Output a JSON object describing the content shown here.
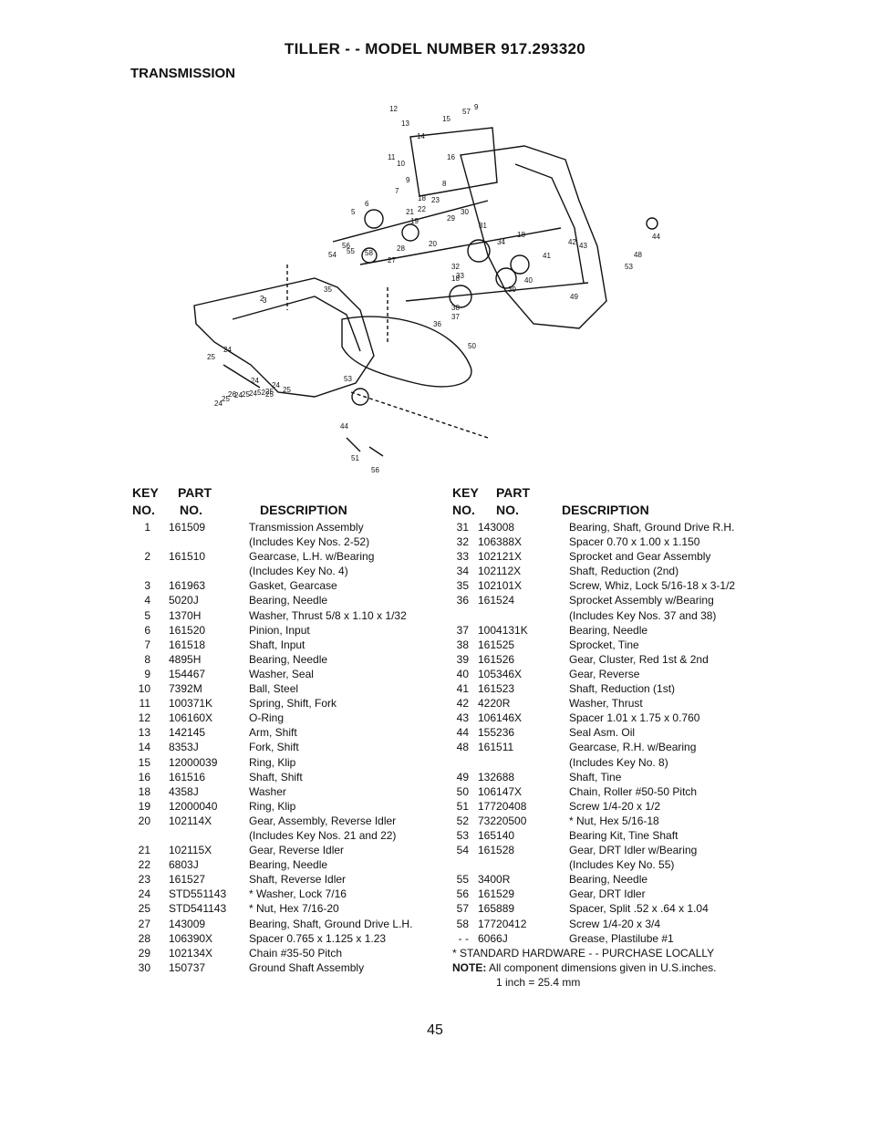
{
  "title": "TILLER - - MODEL NUMBER 917.293320",
  "section": "TRANSMISSION",
  "headers": {
    "key_line1": "KEY",
    "part_line1": "PART",
    "key_line2": "NO.",
    "part_line2": "NO.",
    "description": "DESCRIPTION"
  },
  "parts_left": [
    {
      "key": "1",
      "part": "161509",
      "desc": "Transmission Assembly"
    },
    {
      "key": "",
      "part": "",
      "desc": "(Includes Key Nos. 2-52)"
    },
    {
      "key": "2",
      "part": "161510",
      "desc": "Gearcase, L.H. w/Bearing"
    },
    {
      "key": "",
      "part": "",
      "desc": "(Includes Key No. 4)"
    },
    {
      "key": "3",
      "part": "161963",
      "desc": "Gasket, Gearcase"
    },
    {
      "key": "4",
      "part": "5020J",
      "desc": "Bearing, Needle"
    },
    {
      "key": "5",
      "part": "1370H",
      "desc": "Washer, Thrust 5/8 x 1.10 x 1/32"
    },
    {
      "key": "6",
      "part": "161520",
      "desc": "Pinion, Input"
    },
    {
      "key": "7",
      "part": "161518",
      "desc": "Shaft, Input"
    },
    {
      "key": "8",
      "part": "4895H",
      "desc": "Bearing, Needle"
    },
    {
      "key": "9",
      "part": "154467",
      "desc": "Washer, Seal"
    },
    {
      "key": "10",
      "part": "7392M",
      "desc": "Ball, Steel"
    },
    {
      "key": "11",
      "part": "100371K",
      "desc": "Spring, Shift, Fork"
    },
    {
      "key": "12",
      "part": "106160X",
      "desc": "O-Ring"
    },
    {
      "key": "13",
      "part": "142145",
      "desc": "Arm, Shift"
    },
    {
      "key": "14",
      "part": "8353J",
      "desc": "Fork, Shift"
    },
    {
      "key": "15",
      "part": "12000039",
      "desc": "Ring, Klip"
    },
    {
      "key": "16",
      "part": "161516",
      "desc": "Shaft, Shift"
    },
    {
      "key": "18",
      "part": "4358J",
      "desc": "Washer"
    },
    {
      "key": "19",
      "part": "12000040",
      "desc": "Ring, Klip"
    },
    {
      "key": "20",
      "part": "102114X",
      "desc": "Gear, Assembly, Reverse Idler"
    },
    {
      "key": "",
      "part": "",
      "desc": "(Includes Key Nos. 21 and 22)"
    },
    {
      "key": "21",
      "part": "102115X",
      "desc": "Gear, Reverse Idler"
    },
    {
      "key": "22",
      "part": "6803J",
      "desc": "Bearing, Needle"
    },
    {
      "key": "23",
      "part": "161527",
      "desc": "Shaft, Reverse Idler"
    },
    {
      "key": "24",
      "part": "STD551143",
      "desc": "* Washer, Lock 7/16"
    },
    {
      "key": "25",
      "part": "STD541143",
      "desc": "* Nut, Hex 7/16-20"
    },
    {
      "key": "27",
      "part": "143009",
      "desc": "Bearing, Shaft, Ground Drive L.H."
    },
    {
      "key": "28",
      "part": "106390X",
      "desc": "Spacer 0.765 x 1.125 x 1.23"
    },
    {
      "key": "29",
      "part": "102134X",
      "desc": "Chain #35-50 Pitch"
    },
    {
      "key": "30",
      "part": "150737",
      "desc": "Ground Shaft Assembly"
    }
  ],
  "parts_right": [
    {
      "key": "31",
      "part": "143008",
      "desc": "Bearing, Shaft, Ground Drive R.H."
    },
    {
      "key": "32",
      "part": "106388X",
      "desc": "Spacer 0.70 x 1.00 x 1.150"
    },
    {
      "key": "33",
      "part": "102121X",
      "desc": "Sprocket and Gear Assembly"
    },
    {
      "key": "34",
      "part": "102112X",
      "desc": "Shaft, Reduction (2nd)"
    },
    {
      "key": "35",
      "part": "102101X",
      "desc": "Screw, Whiz, Lock 5/16-18 x 3-1/2"
    },
    {
      "key": "36",
      "part": "161524",
      "desc": "Sprocket Assembly w/Bearing"
    },
    {
      "key": "",
      "part": "",
      "desc": "(Includes Key Nos. 37 and 38)"
    },
    {
      "key": "37",
      "part": "1004131K",
      "desc": "Bearing, Needle"
    },
    {
      "key": "38",
      "part": "161525",
      "desc": "Sprocket, Tine"
    },
    {
      "key": "39",
      "part": "161526",
      "desc": "Gear, Cluster, Red 1st & 2nd"
    },
    {
      "key": "40",
      "part": "105346X",
      "desc": "Gear, Reverse"
    },
    {
      "key": "41",
      "part": "161523",
      "desc": "Shaft, Reduction (1st)"
    },
    {
      "key": "42",
      "part": "4220R",
      "desc": "Washer, Thrust"
    },
    {
      "key": "43",
      "part": "106146X",
      "desc": "Spacer 1.01 x 1.75 x 0.760"
    },
    {
      "key": "44",
      "part": "155236",
      "desc": "Seal Asm. Oil"
    },
    {
      "key": "48",
      "part": "161511",
      "desc": "Gearcase, R.H. w/Bearing"
    },
    {
      "key": "",
      "part": "",
      "desc": "(Includes Key No. 8)"
    },
    {
      "key": "49",
      "part": "132688",
      "desc": "Shaft, Tine"
    },
    {
      "key": "50",
      "part": "106147X",
      "desc": "Chain, Roller #50-50 Pitch"
    },
    {
      "key": "51",
      "part": "17720408",
      "desc": "Screw 1/4-20 x 1/2"
    },
    {
      "key": "52",
      "part": "73220500",
      "desc": "* Nut, Hex 5/16-18"
    },
    {
      "key": "53",
      "part": "165140",
      "desc": "Bearing Kit, Tine Shaft"
    },
    {
      "key": "54",
      "part": "161528",
      "desc": "Gear, DRT Idler w/Bearing"
    },
    {
      "key": "",
      "part": "",
      "desc": "(Includes Key No. 55)"
    },
    {
      "key": "55",
      "part": "3400R",
      "desc": "Bearing, Needle"
    },
    {
      "key": "56",
      "part": "161529",
      "desc": "Gear, DRT Idler"
    },
    {
      "key": "57",
      "part": "165889",
      "desc": "Spacer, Split .52 x .64 x 1.04"
    },
    {
      "key": "58",
      "part": "17720412",
      "desc": "Screw 1/4-20 x 3/4"
    },
    {
      "key": "- -",
      "part": "6066J",
      "desc": "Grease, Plastilube #1"
    }
  ],
  "footnotes": {
    "standard": "* STANDARD HARDWARE - - PURCHASE LOCALLY",
    "note_label": "NOTE:",
    "note_text": "All component dimensions given in U.S.inches.",
    "conversion": "1 inch = 25.4 mm"
  },
  "diagram_labels": [
    "12",
    "13",
    "15",
    "57",
    "9",
    "14",
    "16",
    "11",
    "10",
    "9",
    "8",
    "18",
    "7",
    "23",
    "6",
    "5",
    "21",
    "22",
    "19",
    "20",
    "29",
    "30",
    "31",
    "34",
    "18",
    "42",
    "43",
    "44",
    "48",
    "53",
    "54",
    "55",
    "56",
    "58",
    "27",
    "28",
    "32",
    "33",
    "41",
    "40",
    "39",
    "49",
    "18",
    "37",
    "38",
    "36",
    "35",
    "3",
    "2",
    "50",
    "24",
    "25",
    "24",
    "25",
    "24",
    "25",
    "53",
    "44",
    "51",
    "56",
    "24",
    "25",
    "26",
    "24",
    "25",
    "24",
    "52",
    "25"
  ],
  "page_number": "45"
}
